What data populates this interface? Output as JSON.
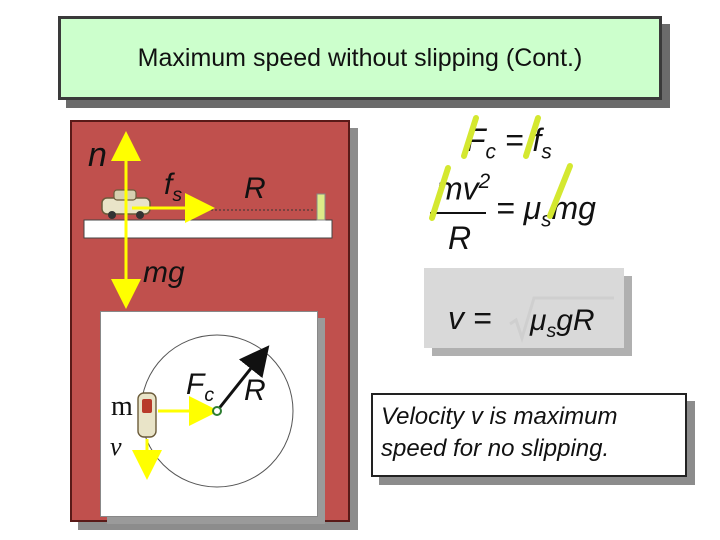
{
  "title": "Maximum speed without slipping (Cont.)",
  "diagram": {
    "normal_label": "n",
    "friction_label_main": "f",
    "friction_label_sub": "s",
    "radius_label_top": "R",
    "weight_label": "mg",
    "mass_label": "m",
    "velocity_label": "v",
    "centripetal_label_main": "F",
    "centripetal_label_sub": "c",
    "radius_label_bottom": "R"
  },
  "equations": {
    "eq1_left_main": "F",
    "eq1_left_sub": "c",
    "eq1_equals": "= f",
    "eq1_right_sub": "s",
    "numerator": "mv",
    "numerator_sup": "2",
    "denominator": "R",
    "eq2_right": "= μ",
    "eq2_right_sub": "s",
    "eq2_right_tail": "mg",
    "v_left": "v =",
    "v_right": "μ",
    "v_right_sub": "s",
    "v_right_tail": "gR"
  },
  "note": "Velocity v is maximum speed for no slipping.",
  "colors": {
    "banner": "#ccffcc",
    "panel": "#c0504d",
    "arrow": "#ffff00",
    "cancel_mark": "#d4e830"
  }
}
